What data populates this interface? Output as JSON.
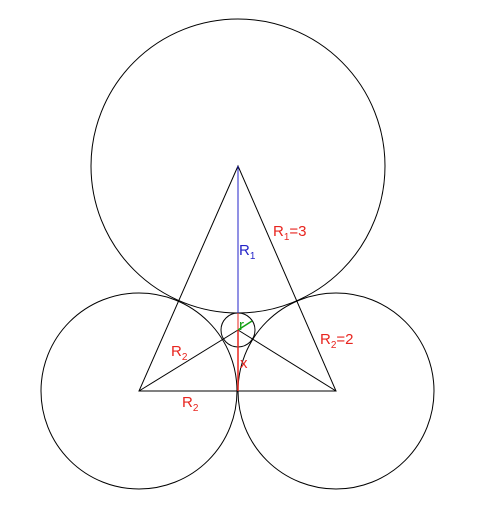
{
  "diagram": {
    "colors": {
      "outline": "#000000",
      "label_red": "#e8251f",
      "label_blue": "#2323c8",
      "label_green": "#10a010",
      "background": "#ffffff"
    },
    "labels": {
      "r1_eq_letter": "R",
      "r1_eq_sub": "1",
      "r1_eq_value": "=3",
      "r1_vert_letter": "R",
      "r1_vert_sub": "1",
      "r2_eq_letter": "R",
      "r2_eq_sub": "2",
      "r2_eq_value": "=2",
      "r2_diag_letter": "R",
      "r2_diag_sub": "2",
      "r2_base_letter": "R",
      "r2_base_sub": "2",
      "r_small": "r",
      "x_label": "x"
    }
  }
}
